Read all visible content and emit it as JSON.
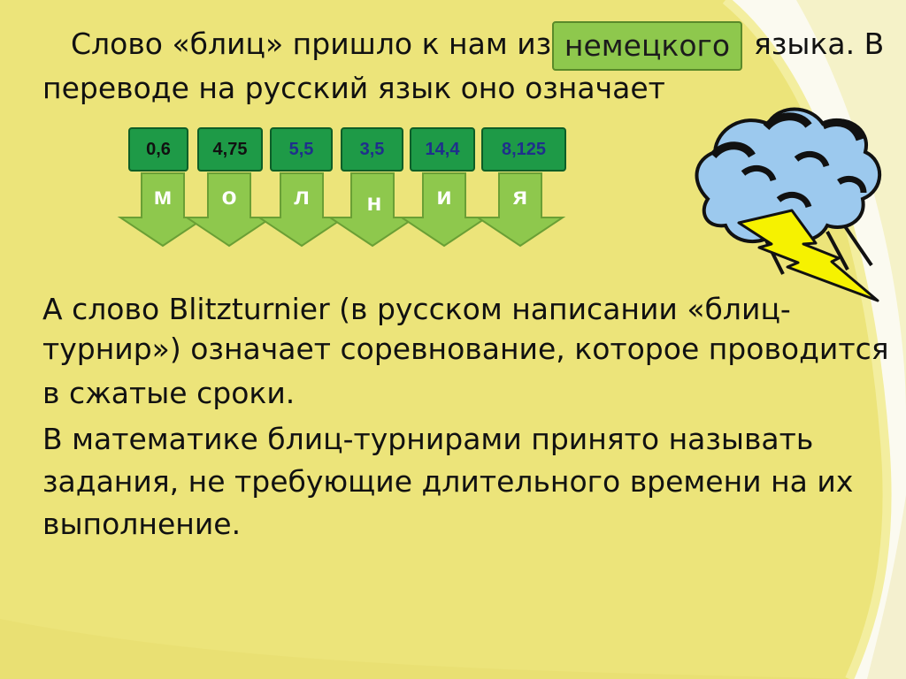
{
  "intro": {
    "part1": "Слово «блиц» пришло к нам из",
    "badge": "немецкого",
    "part2": "языка. В",
    "line2": "переводе на русский язык оно означает"
  },
  "cipher": [
    {
      "number": "0,6",
      "letter": "м",
      "number_color": "#111111"
    },
    {
      "number": "4,75",
      "letter": "о",
      "number_color": "#111111"
    },
    {
      "number": "5,5",
      "letter": "л",
      "number_color": "#1f2f8c"
    },
    {
      "number": "3,5",
      "letter": "н",
      "number_color": "#1f2f8c"
    },
    {
      "number": "14,4",
      "letter": "и",
      "number_color": "#1f2f8c"
    },
    {
      "number": "8,125",
      "letter": "я",
      "number_color": "#1f2f8c"
    }
  ],
  "paragraph2": [
    " А слово Blitzturnier (в русском написании «блиц-",
    "турнир») означает соревнование, которое проводится",
    "в сжатые сроки."
  ],
  "paragraph3": [
    "В математике блиц-турнирами принято называть",
    "задания, не требующие длительного времени на их",
    "выполнение."
  ],
  "colors": {
    "background_wave": "#ece47a",
    "badge_fill": "#8ec84d",
    "number_box": "#1e9a47",
    "arrow_fill": "#8ec84d",
    "lightning": "#f6f200",
    "cloud": "#9cc9ee"
  },
  "icons": [
    "storm-cloud-icon",
    "lightning-bolt-icon"
  ]
}
